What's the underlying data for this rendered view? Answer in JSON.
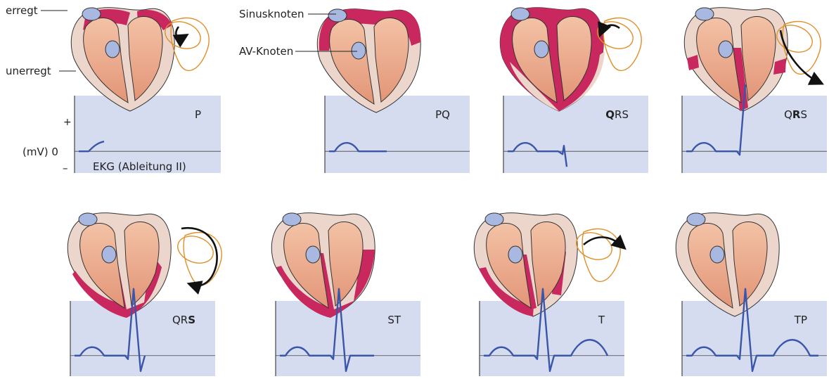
{
  "labels": {
    "excited": "erregt",
    "unexcited": "unerregt",
    "sinus_node": "Sinusknoten",
    "av_node": "AV-Knoten",
    "plus": "+",
    "minus": "–",
    "unit_zero": "(mV)  0",
    "ecg_caption": "EKG (Ableitung II)"
  },
  "panels": [
    {
      "phase": "P",
      "bold_letter": ""
    },
    {
      "phase": "PQ",
      "bold_letter": ""
    },
    {
      "phase_parts": [
        "Q",
        "RS"
      ],
      "bold_index": 0
    },
    {
      "phase_parts": [
        "Q",
        "R",
        "S"
      ],
      "bold_index": 1
    },
    {
      "phase_parts": [
        "QR",
        "S"
      ],
      "bold_index": 1
    },
    {
      "phase": "ST",
      "bold_letter": ""
    },
    {
      "phase": "T",
      "bold_letter": ""
    },
    {
      "phase": "TP",
      "bold_letter": ""
    }
  ],
  "colors": {
    "ecg_box": "#d5dcf0",
    "ecg_line": "#3a56a8",
    "heart_outer": "#ecd6cc",
    "heart_outline": "#333333",
    "chamber": "#e9a98c",
    "excited_tissue": "#c8285e",
    "node": "#a9b8e0",
    "vector_loop": "#e0902a",
    "arrow": "#111111"
  }
}
